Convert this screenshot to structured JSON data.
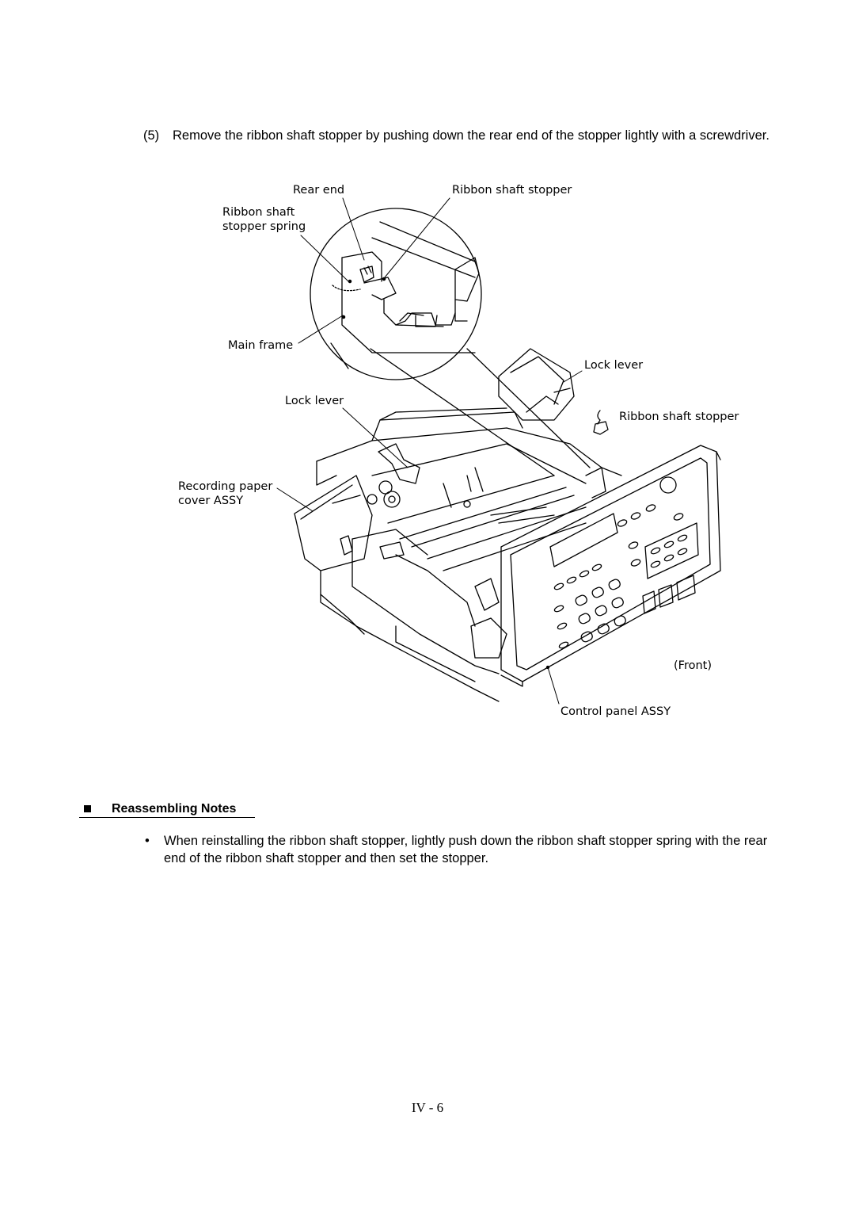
{
  "step": {
    "number": "(5)",
    "text": "Remove the ribbon shaft stopper by pushing down the rear end of the stopper lightly with a screwdriver."
  },
  "figure": {
    "labels": {
      "rear_end": "Rear end",
      "ribbon_shaft_stopper_top": "Ribbon shaft stopper",
      "ribbon_shaft_stopper_spring": "Ribbon shaft\nstopper spring",
      "main_frame": "Main frame",
      "lock_lever_right": "Lock lever",
      "lock_lever_left": "Lock lever",
      "ribbon_shaft_stopper_right": "Ribbon shaft stopper",
      "recording_paper_cover": "Recording paper\ncover ASSY",
      "front": "(Front)",
      "control_panel": "Control panel ASSY"
    }
  },
  "reassembling": {
    "heading": "Reassembling Notes",
    "bullet": "•",
    "text": "When reinstalling the ribbon shaft stopper, lightly push down the ribbon shaft stopper spring with the rear end of the ribbon shaft stopper and then set the stopper."
  },
  "page_number": "IV - 6"
}
